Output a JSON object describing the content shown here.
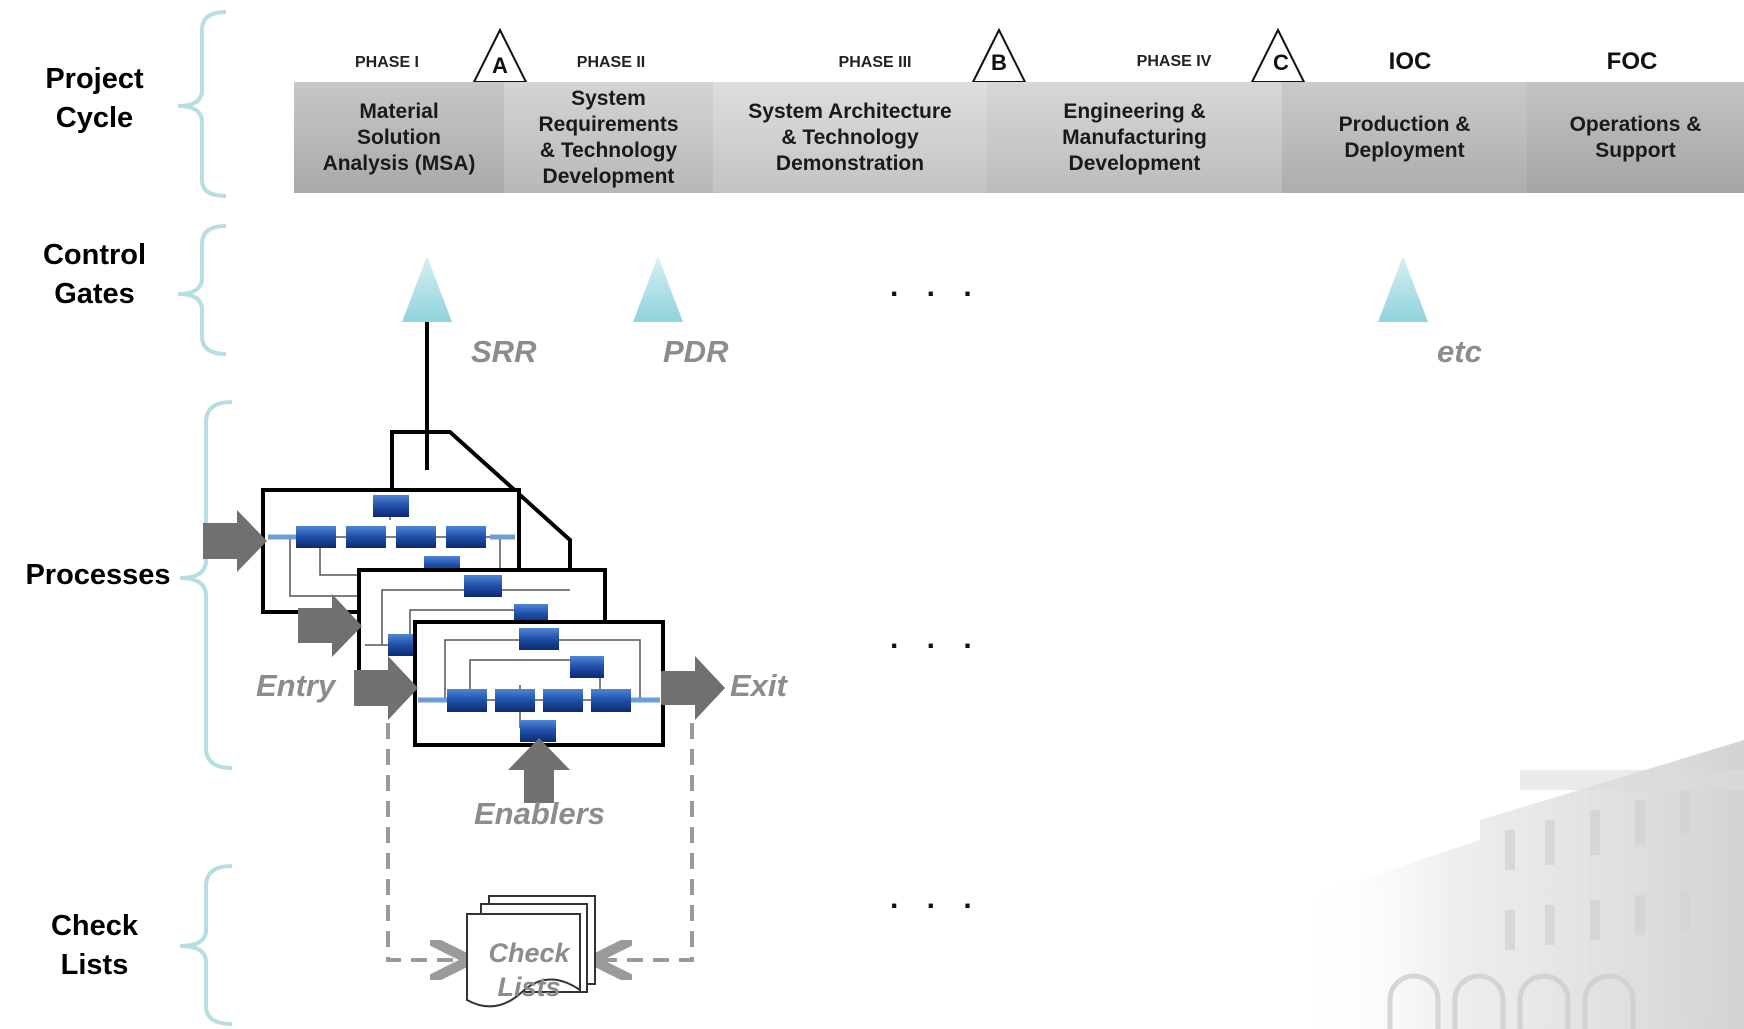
{
  "rows": {
    "project_cycle": [
      "Project",
      "Cycle"
    ],
    "control_gates": [
      "Control",
      "Gates"
    ],
    "processes": "Processes",
    "check_lists": [
      "Check",
      "Lists"
    ]
  },
  "phase_headers": [
    "PHASE I",
    "PHASE II",
    "PHASE III",
    "PHASE IV",
    "IOC",
    "FOC"
  ],
  "milestones": [
    "A",
    "B",
    "C"
  ],
  "phases": [
    {
      "lines": [
        "Material",
        "Solution",
        "Analysis (MSA)"
      ],
      "color": "#b9b9b9"
    },
    {
      "lines": [
        "System",
        "Requirements",
        "& Technology",
        "Development"
      ],
      "color": "#c6c6c6"
    },
    {
      "lines": [
        "System Architecture",
        "& Technology",
        "Demonstration"
      ],
      "color": "#d2d2d2"
    },
    {
      "lines": [
        "Engineering &",
        "Manufacturing",
        "Development"
      ],
      "color": "#cbcbcb"
    },
    {
      "lines": [
        "Production &",
        "Deployment"
      ],
      "color": "#bcbcbc"
    },
    {
      "lines": [
        "Operations &",
        "Support"
      ],
      "color": "#b4b4b4"
    }
  ],
  "gates": [
    "SRR",
    "PDR",
    "etc"
  ],
  "ellipsis": ". . .",
  "flow": {
    "entry": "Entry",
    "exit": "Exit",
    "enablers": "Enablers"
  },
  "checklist_doc": [
    "Check",
    "Lists"
  ],
  "colors": {
    "bracket": "#b7dfe3",
    "gate": "#a6dde4",
    "process_block": "#1f4fa8",
    "flow_arrow": "#707070",
    "label_gray": "#8c8c8c"
  }
}
